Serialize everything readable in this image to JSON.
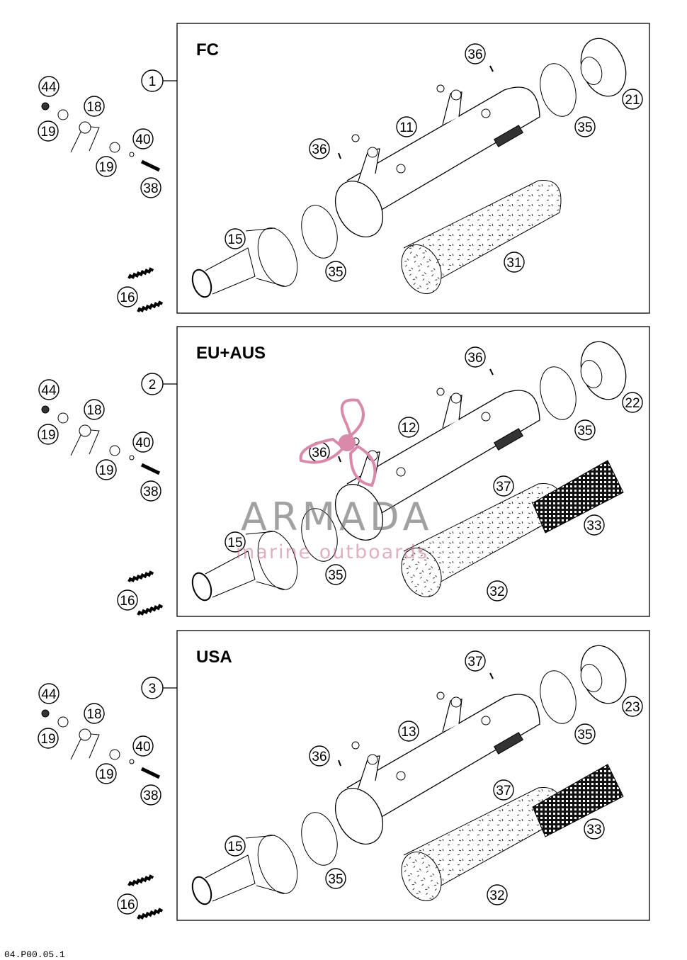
{
  "panels": [
    {
      "variant_label": "FC",
      "variant_number": "1",
      "callouts": [
        "36",
        "21",
        "11",
        "35",
        "36",
        "15",
        "35",
        "31"
      ]
    },
    {
      "variant_label": "EU+AUS",
      "variant_number": "2",
      "callouts": [
        "36",
        "22",
        "12",
        "35",
        "36",
        "37",
        "33",
        "15",
        "35",
        "32"
      ]
    },
    {
      "variant_label": "USA",
      "variant_number": "3",
      "callouts": [
        "37",
        "23",
        "13",
        "35",
        "36",
        "37",
        "33",
        "15",
        "35",
        "32"
      ]
    }
  ],
  "bracket_callouts": [
    "44",
    "18",
    "19",
    "40",
    "19",
    "38",
    "16"
  ],
  "watermark": {
    "brand": "ARMADA",
    "tagline": "marine outboards"
  },
  "doc_number": "04.P00.05.1",
  "colors": {
    "line": "#000000",
    "watermark_pink": "#d98aab",
    "watermark_gray": "#707070"
  }
}
